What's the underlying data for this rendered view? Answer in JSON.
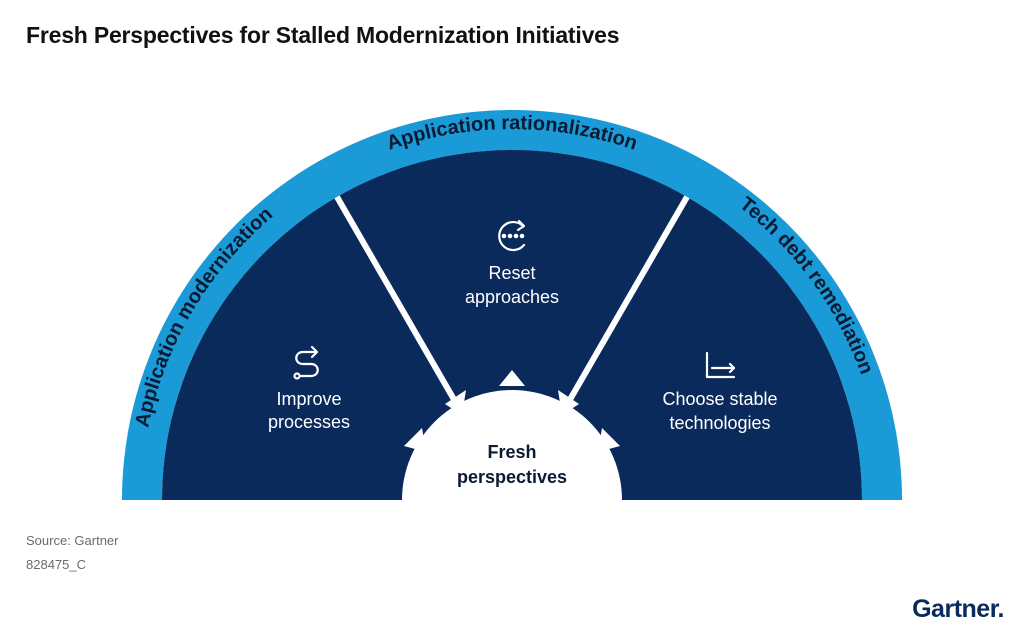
{
  "title": "Fresh Perspectives for Stalled Modernization Initiatives",
  "ring": {
    "labels": [
      "Application modernization",
      "Application rationalization",
      "Tech debt remediation"
    ],
    "color": "#1a9ad6"
  },
  "segments": [
    {
      "line1": "Improve",
      "line2": "processes",
      "icon": "route-arrow-icon"
    },
    {
      "line1": "Reset",
      "line2": "approaches",
      "icon": "reset-cycle-icon"
    },
    {
      "line1": "Choose stable",
      "line2": "technologies",
      "icon": "stable-trend-icon"
    }
  ],
  "center": {
    "line1": "Fresh",
    "line2": "perspectives"
  },
  "colors": {
    "navy": "#0a2a5c",
    "ring": "#1a9ad6",
    "white": "#ffffff"
  },
  "footer": {
    "source": "Source: Gartner",
    "id": "828475_C"
  },
  "logo": "Gartner"
}
